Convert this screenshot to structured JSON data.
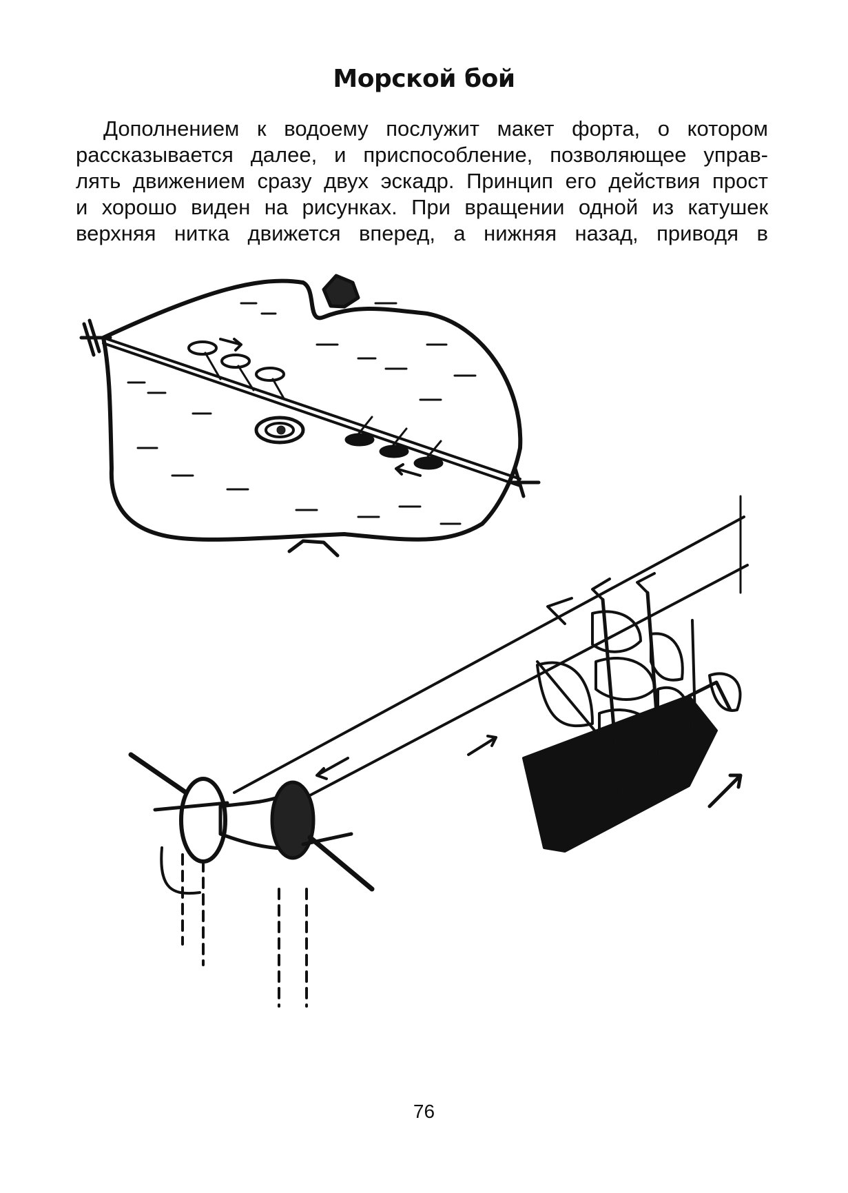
{
  "title": "Морской бой",
  "paragraph_lines": [
    "Дополнением к водоему послужит макет форта, о котором",
    "рассказывается далее, и приспособление, позволяющее управ-",
    "лять движением сразу двух эскадр. Принцип его действия прост",
    "и хорошо виден на рисунках. При вращении одной из катушек",
    "верхняя нитка движется вперед, а нижняя назад, приводя в"
  ],
  "page_number": "76"
}
